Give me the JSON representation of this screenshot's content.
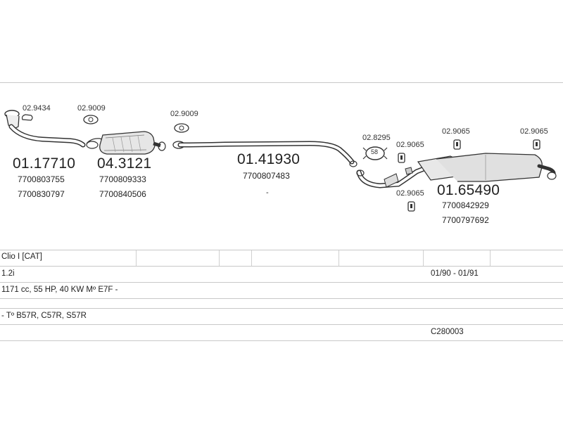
{
  "parts": {
    "p1": {
      "number": "01.17710",
      "oem1": "7700803755",
      "oem2": "7700830797"
    },
    "p2": {
      "number": "04.3121",
      "oem1": "7700809333",
      "oem2": "7700840506"
    },
    "p3": {
      "number": "01.41930",
      "oem1": "7700807483"
    },
    "p4": {
      "number": "01.65490",
      "oem1": "7700842929",
      "oem2": "7700797692"
    }
  },
  "accessories": {
    "a1": "02.9434",
    "a2": "02.9009",
    "a3": "02.9009",
    "a4": "02.8295",
    "a5": "02.9065",
    "a6": "02.9065",
    "a7": "02.9065",
    "a8": "02.9065"
  },
  "clamp_badge": "58",
  "dot_mark": "-",
  "table": {
    "model": "Clio I  [CAT]",
    "engine": "1.2i",
    "years": "01/90 - 01/91",
    "specs": "1171 cc, 55 HP, 40 KW Mº E7F -",
    "types": "- Tº B57R, C57R, S57R",
    "code": "C280003"
  }
}
